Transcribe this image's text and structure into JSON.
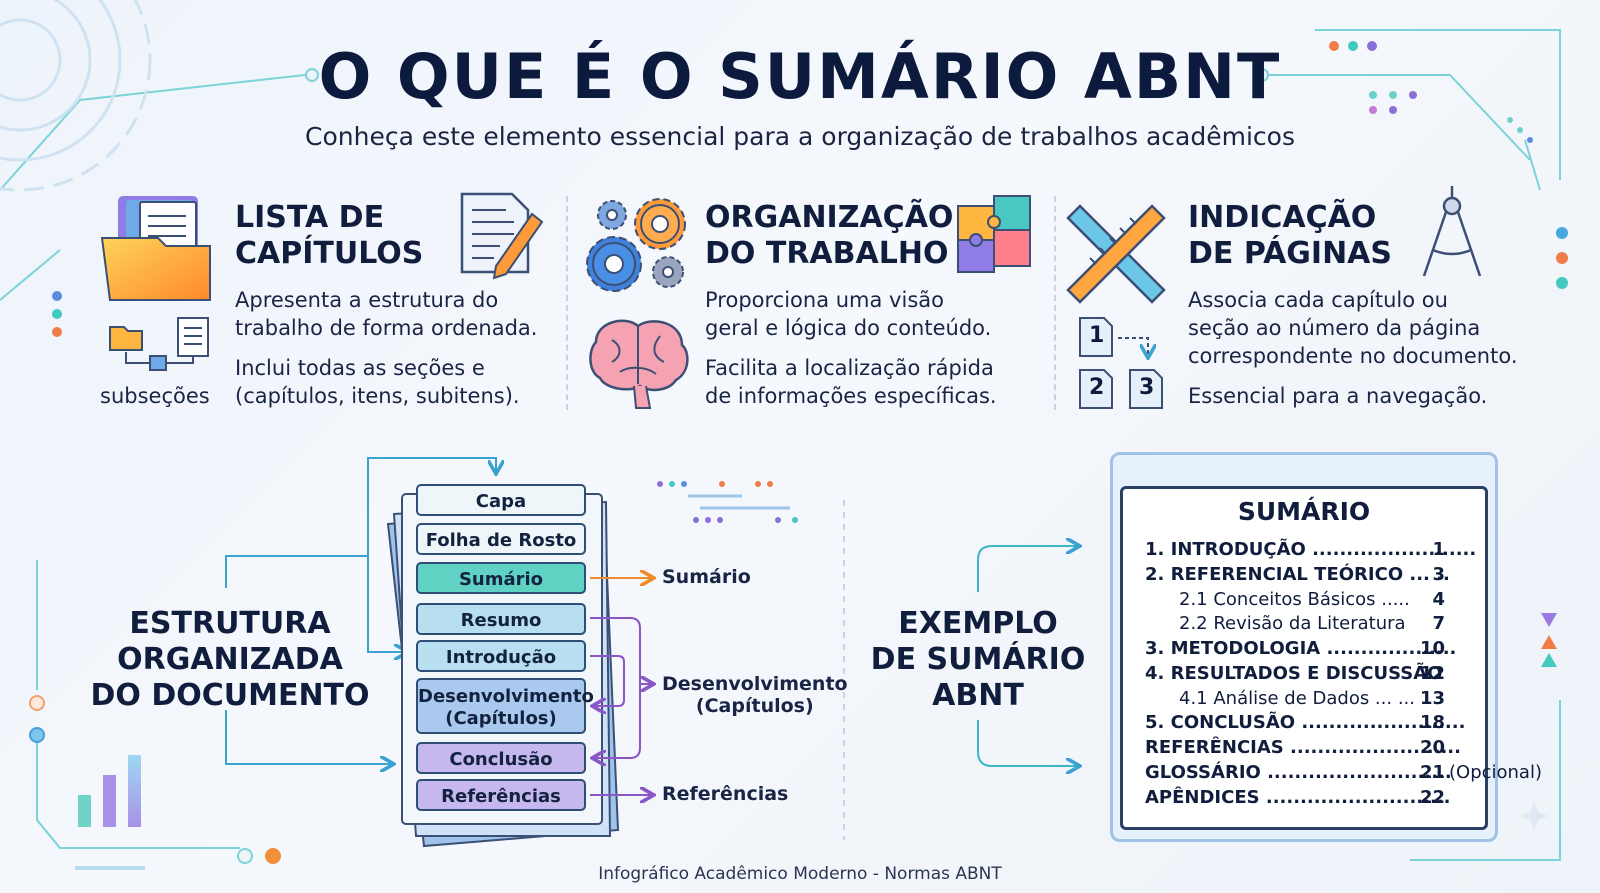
{
  "title": "O QUE É O SUMÁRIO ABNT",
  "subtitle": "Conheça este elemento essencial para a organização de trabalhos acadêmicos",
  "columns": [
    {
      "heading": [
        "LISTA DE",
        "CAPÍTULOS"
      ],
      "icon_label": "subseções",
      "text1": [
        "Apresenta a estrutura do",
        "trabalho de forma ordenada."
      ],
      "text2": [
        "Inclui todas as seções e",
        "(capítulos, itens, subitens)."
      ]
    },
    {
      "heading": [
        "ORGANIZAÇÃO",
        "DO TRABALHO"
      ],
      "text1": [
        "Proporciona uma visão",
        "geral e lógica do conteúdo."
      ],
      "text2": [
        "Facilita a localização rápida",
        "de informações específicas."
      ]
    },
    {
      "heading": [
        "INDICAÇÃO",
        "DE PÁGINAS"
      ],
      "page_numbers": [
        "1",
        "2",
        "3"
      ],
      "text1": [
        "Associa cada capítulo ou",
        "seção ao número da página",
        "correspondente no documento."
      ],
      "text2": [
        "Essencial para a navegação."
      ]
    }
  ],
  "structure": {
    "title": [
      "ESTRUTURA",
      "ORGANIZADA",
      "DO DOCUMENTO"
    ],
    "boxes": [
      "Capa",
      "Folha de Rosto",
      "Sumário",
      "Resumo",
      "Introdução",
      "Desenvolvimento",
      "(Capítulos)",
      "Conclusão",
      "Referências"
    ],
    "labels": {
      "sumario": "Sumário",
      "desenvolvimento": [
        "Desenvolvimento",
        "(Capítulos)"
      ],
      "referencias": "Referências"
    }
  },
  "example": {
    "title": [
      "EXEMPLO",
      "DE SUMÁRIO",
      "ABNT"
    ],
    "toc_title": "SUMÁRIO",
    "entries": [
      {
        "text": "1.  INTRODUÇÃO ........................",
        "page": "1"
      },
      {
        "text": "2. REFERENCIAL TEÓRICO ... ..",
        "page": "3"
      },
      {
        "text": "2.1 Conceitos Básicos .....",
        "page": "4"
      },
      {
        "text": "2.2 Revisão da Literatura",
        "page": "7"
      },
      {
        "text": "3. METODOLOGIA ...................",
        "page": "10"
      },
      {
        "text": "4. RESULTADOS E DISCUSSÃO",
        "page": "12"
      },
      {
        "text": "4.1 Análise de Dados ... ...",
        "page": "13"
      },
      {
        "text": "5. CONCLUSÃO ........................",
        "page": "18"
      },
      {
        "text": "REFERÊNCIAS .........................",
        "page": "20"
      },
      {
        "text": "GLOSSÁRIO ...........................",
        "page": "21"
      },
      {
        "text": "APÊNDICES ...........................",
        "page": "22"
      }
    ],
    "glossario_note": "(Opcional)"
  },
  "footer": "Infográfico Acadêmico Moderno - Normas ABNT"
}
